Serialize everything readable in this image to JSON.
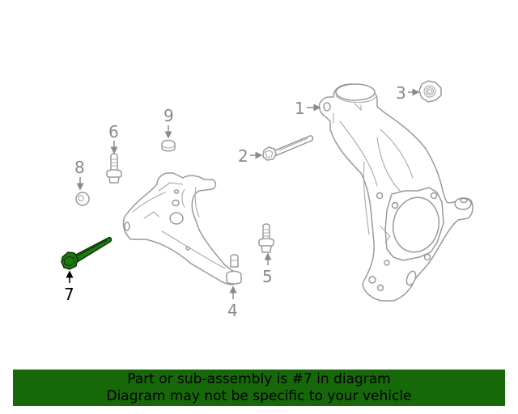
{
  "diagram": {
    "highlight_color": "#1e7a12",
    "line_color": "#9a9a9a",
    "callouts": [
      {
        "number": "1",
        "part": "steering-knuckle"
      },
      {
        "number": "2",
        "part": "bolt"
      },
      {
        "number": "3",
        "part": "nut"
      },
      {
        "number": "4",
        "part": "lower-control-arm"
      },
      {
        "number": "5",
        "part": "bolt"
      },
      {
        "number": "6",
        "part": "bolt"
      },
      {
        "number": "7",
        "part": "cam-bolt",
        "highlighted": true
      },
      {
        "number": "8",
        "part": "washer-nut"
      },
      {
        "number": "9",
        "part": "cap"
      }
    ]
  },
  "banner": {
    "line1": "Part or sub-assembly is #7 in diagram",
    "line2": "Diagram may not be specific to your vehicle",
    "background": "#176808"
  }
}
